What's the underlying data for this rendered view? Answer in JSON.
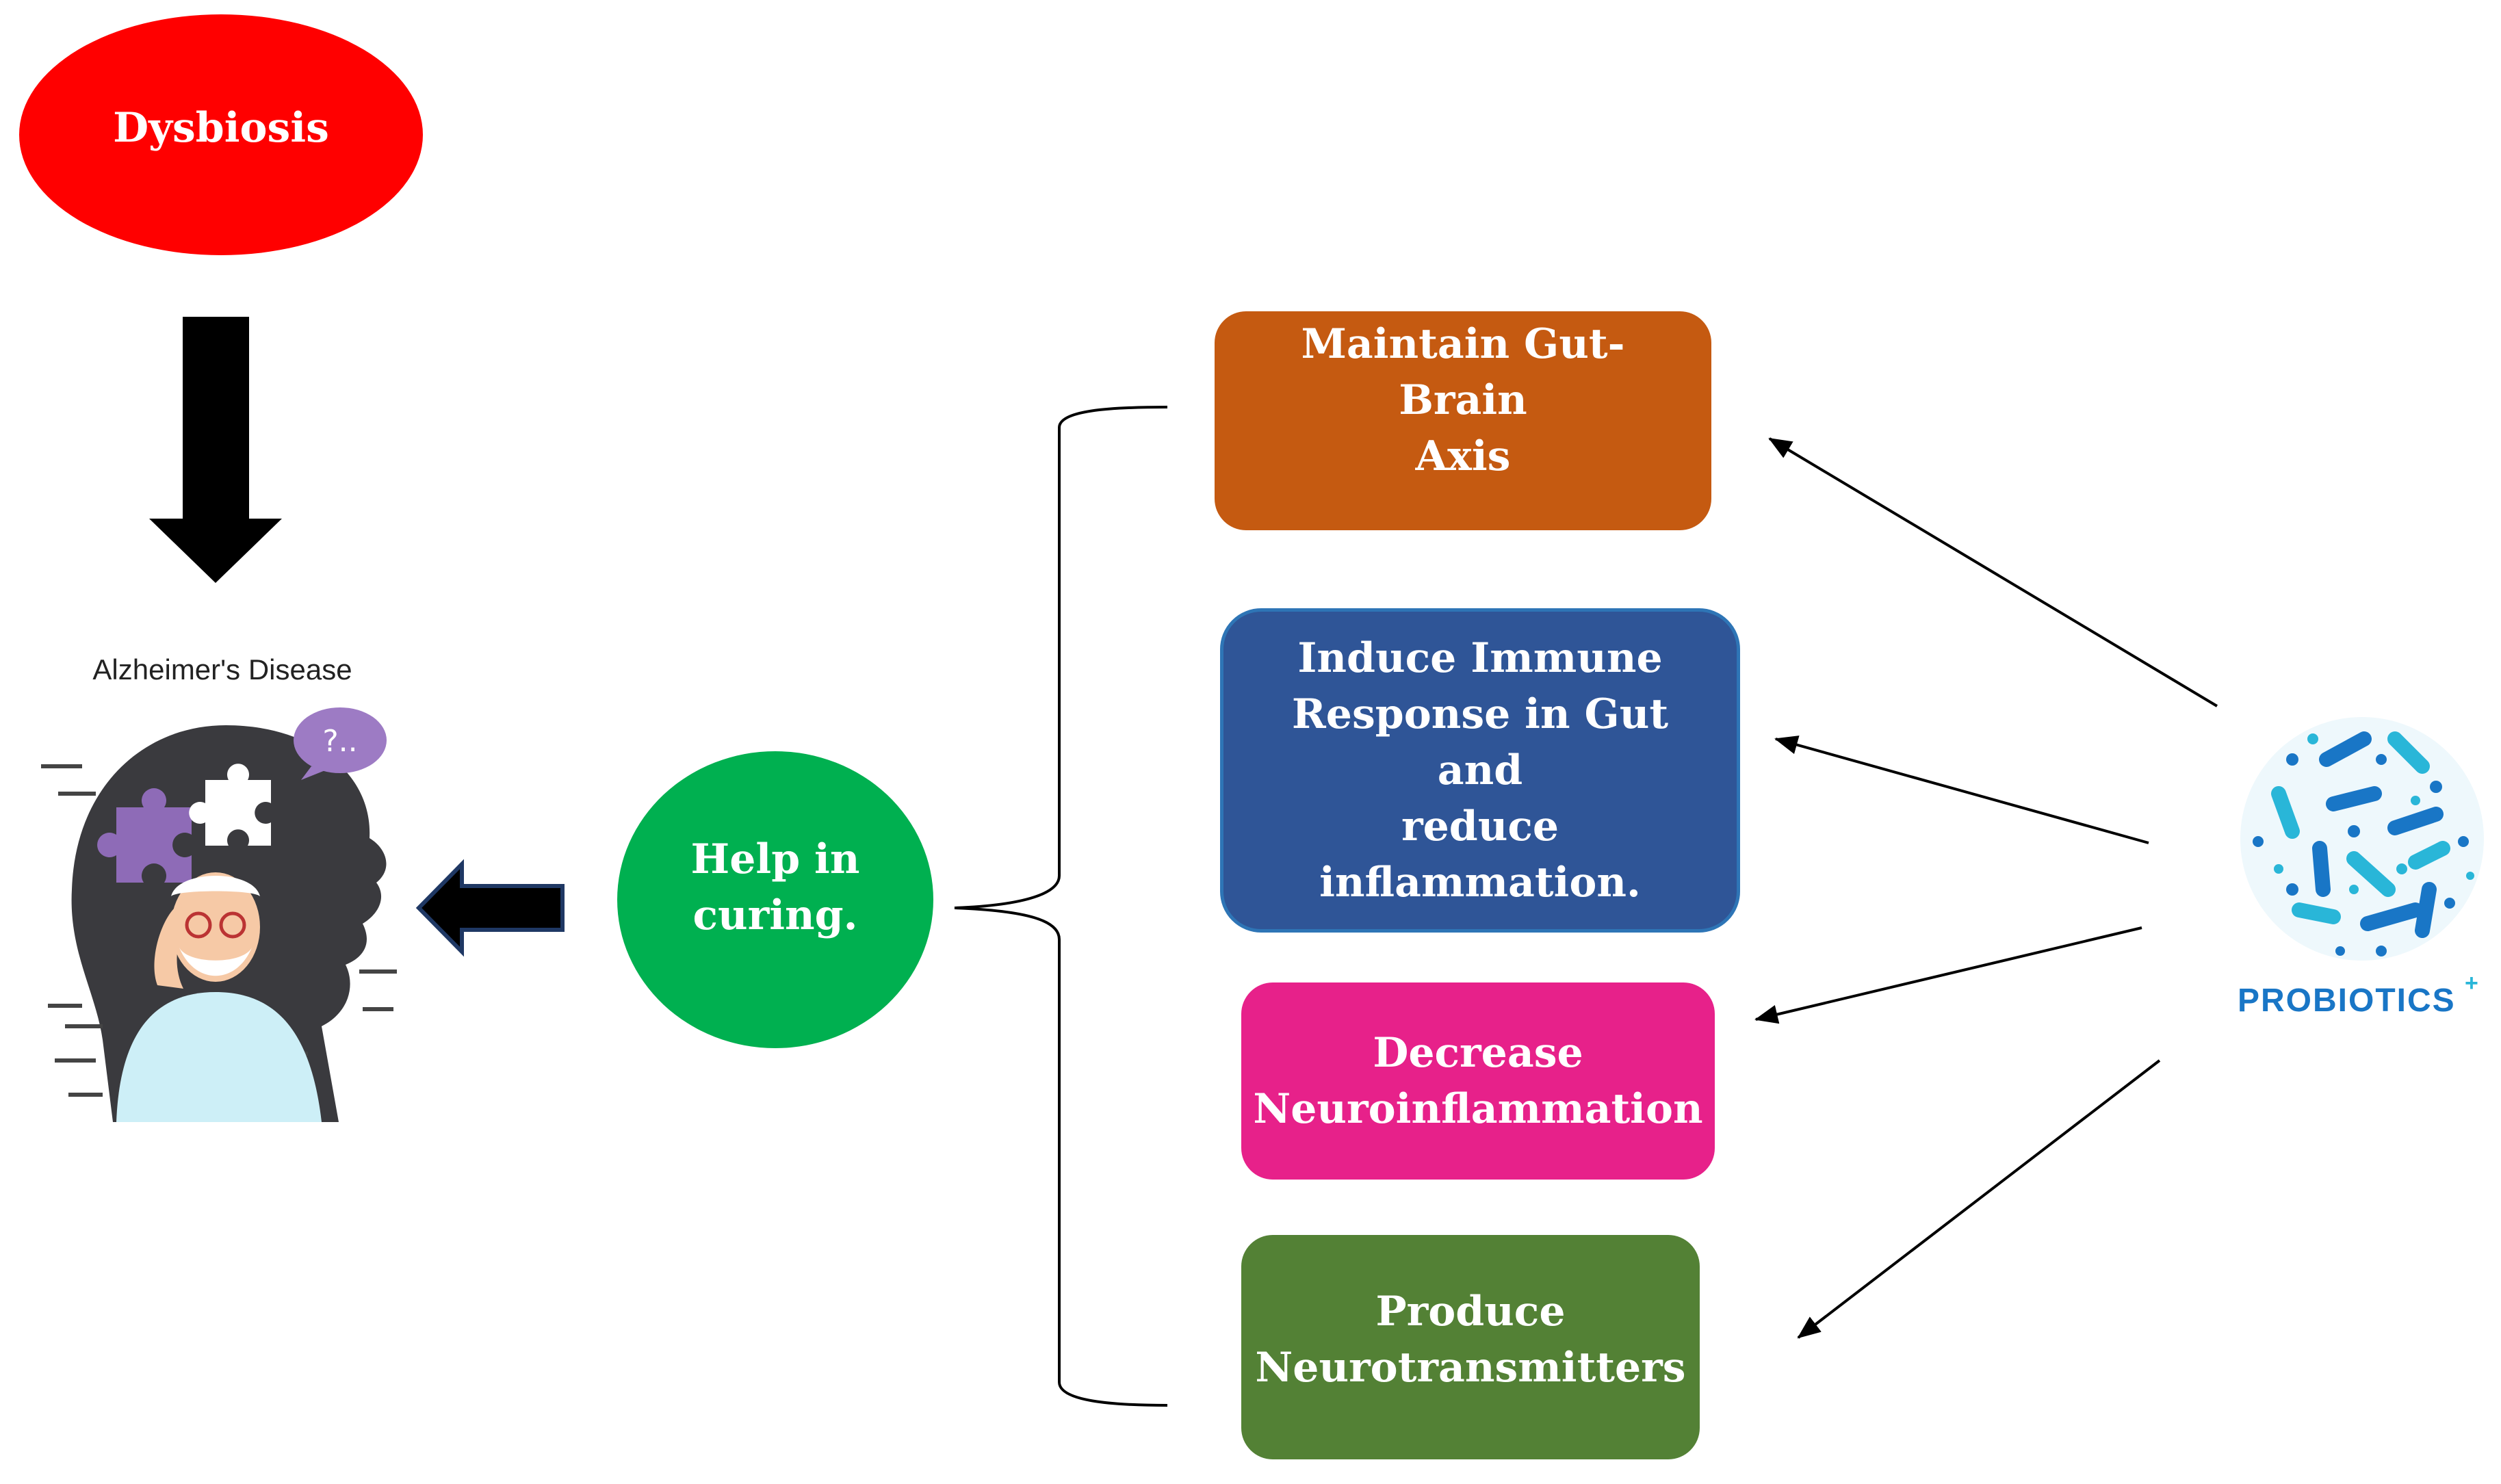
{
  "diagram": {
    "dysbiosis": "Dysbiosis",
    "alzheimers_caption": "Alzheimer's Disease",
    "thought_bubble": "?..",
    "help": "Help in\ncuring.",
    "benefits": [
      {
        "label": "Maintain Gut- Brain\nAxis",
        "color": "#c55a11"
      },
      {
        "label": "Induce Immune\nResponse in Gut and\nreduce inflammation.",
        "color": "#2f5597"
      },
      {
        "label": "Decrease\nNeuroinflammation",
        "color": "#e7218a"
      },
      {
        "label": "Produce\nNeurotransmitters",
        "color": "#538135"
      }
    ],
    "probiotics": {
      "label": "PROBIOTICS",
      "plus": "+"
    },
    "colors": {
      "dysbiosis": "#ff0000",
      "help": "#00b050",
      "arrow": "#000000",
      "probiotics_text": "#1976c6"
    },
    "icons": [
      "alzheimers-head-icon",
      "puzzle-icon",
      "thought-bubble-icon",
      "bacteria-icon"
    ]
  }
}
